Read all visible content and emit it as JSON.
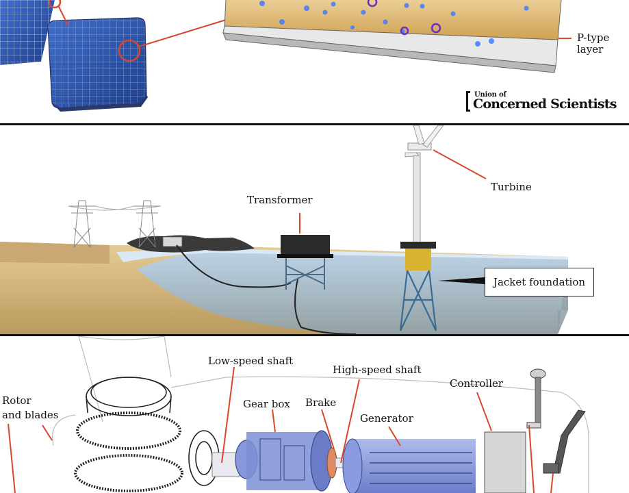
{
  "solar_panel": {
    "p_type_label": "P-type\nlayer",
    "brand": {
      "small": "Union of",
      "big": "Concerned Scientists"
    }
  },
  "wind_farm": {
    "labels": {
      "transformer": "Transformer",
      "turbine": "Turbine",
      "jacket_foundation": "Jacket foundation"
    }
  },
  "nacelle": {
    "labels": {
      "rotor": "Rotor\nand blades",
      "low_speed_shaft": "Low-speed shaft",
      "high_speed_shaft": "High-speed shaft",
      "gear_box": "Gear box",
      "brake": "Brake",
      "generator": "Generator",
      "controller": "Controller"
    }
  },
  "colors": {
    "callout_line": "#d9472b",
    "solar_blue": "#2f5db3",
    "sand": "#d8b880",
    "water": "#9fc3e6",
    "bronze_layer": "#c9973e",
    "gear_blue": "#7d8fd6",
    "brake_orange": "#e08a62"
  }
}
